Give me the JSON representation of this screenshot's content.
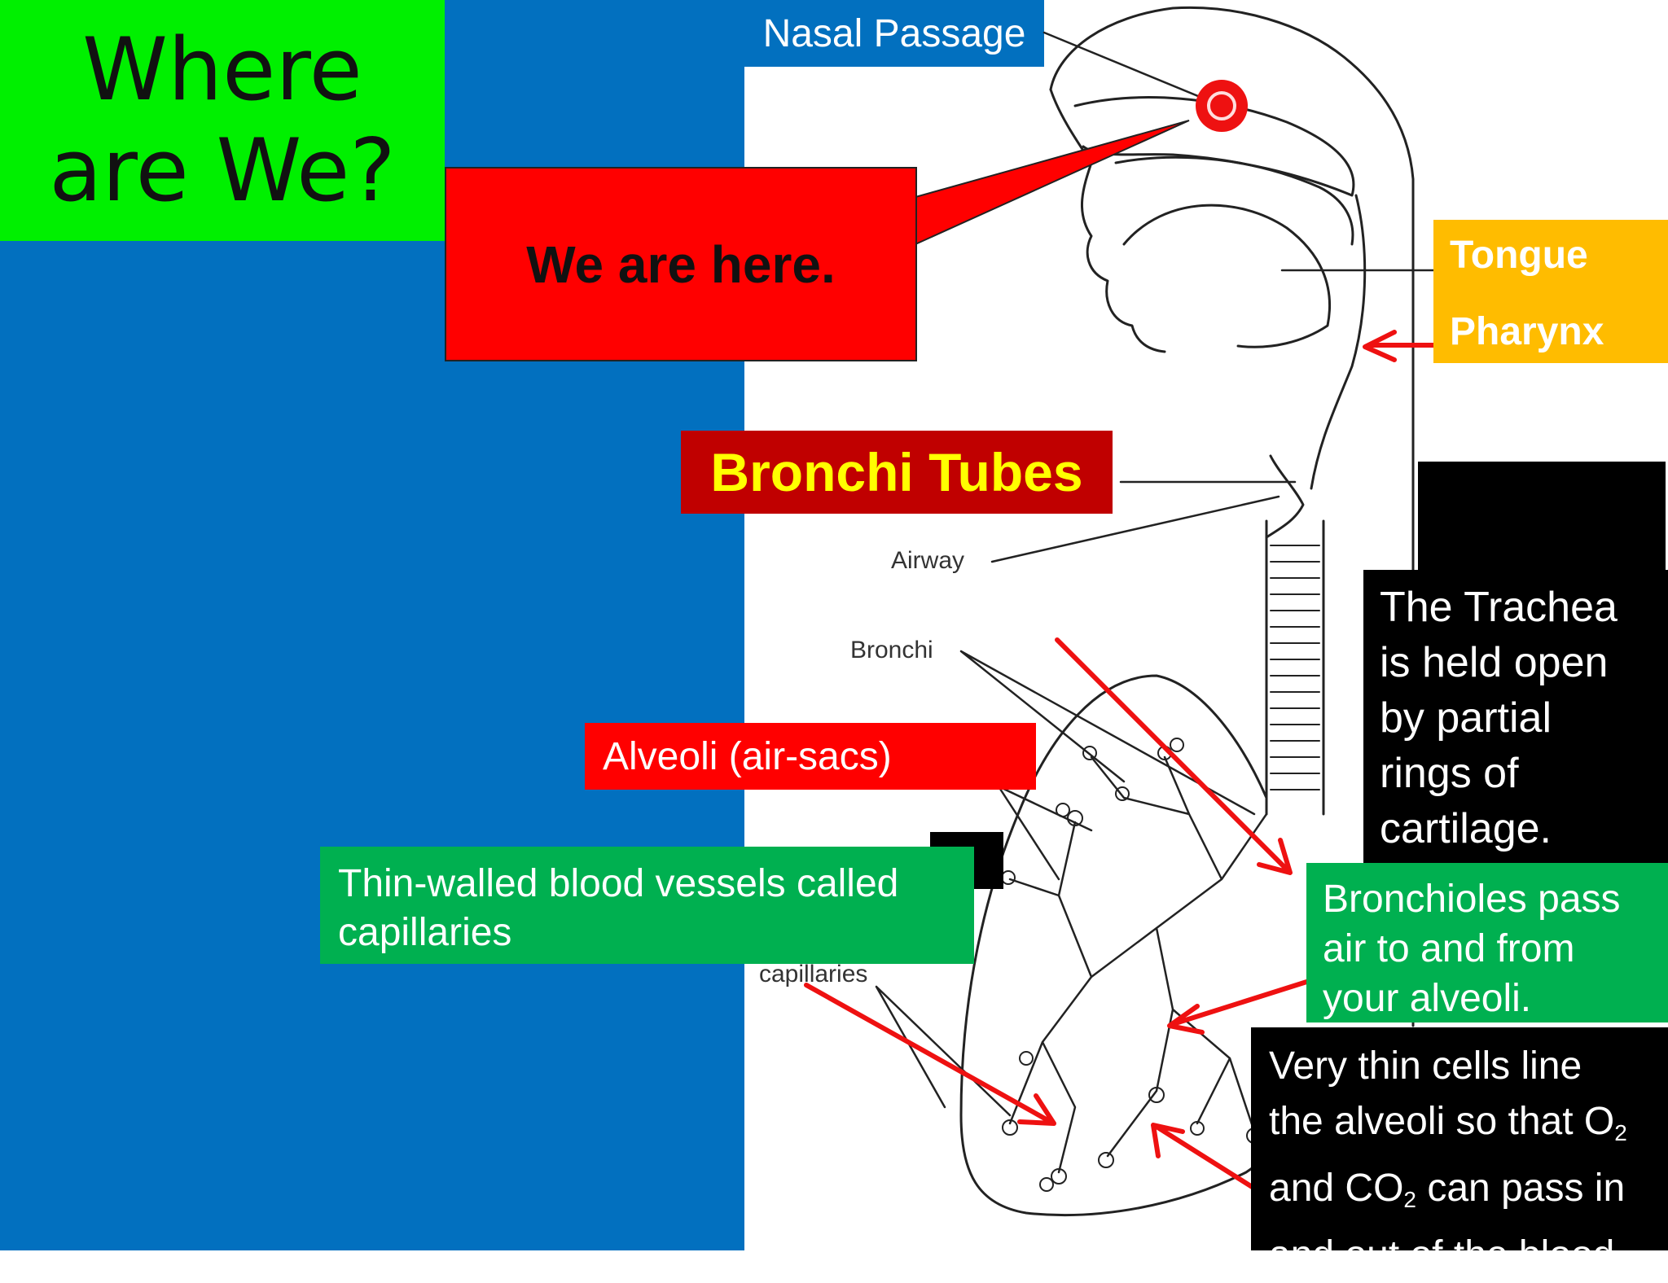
{
  "slide": {
    "title_line1": "Where",
    "title_line2": "are We?"
  },
  "callouts": {
    "nasal_passage": "Nasal Passage",
    "we_are_here": "We are here.",
    "tongue": "Tongue",
    "pharynx": "Pharynx",
    "bronchi_tubes": "Bronchi Tubes",
    "alveoli": "Alveoli (air-sacs)",
    "capillaries_line1": "Thin-walled blood vessels called",
    "capillaries_line2": "capillaries",
    "trachea_lines": [
      "The Trachea",
      "is held open",
      "by partial",
      "rings of",
      "cartilage."
    ],
    "bronchioles_lines": [
      "Bronchioles pass",
      "air to and from",
      "your alveoli."
    ],
    "thin_cells": {
      "line1": "Very thin cells line",
      "line2_a": "the alveoli so that O",
      "sub_2": "2",
      "line3_a": "and CO",
      "line3_b": " can pass in",
      "line4": "and out of the blood."
    }
  },
  "diagram_labels": {
    "airway": "Airway",
    "bronchi": "Bronchi",
    "capillaries": "capillaries"
  },
  "colors": {
    "background_blue": "#0270bf",
    "title_green": "#00f000",
    "callout_red": "#ff0000",
    "tongue_orange": "#ffbc00",
    "bronchi_darkred": "#c00000",
    "bronchi_text_yellow": "#ffff00",
    "box_green": "#00b050",
    "arrow_red": "#ee1111"
  }
}
